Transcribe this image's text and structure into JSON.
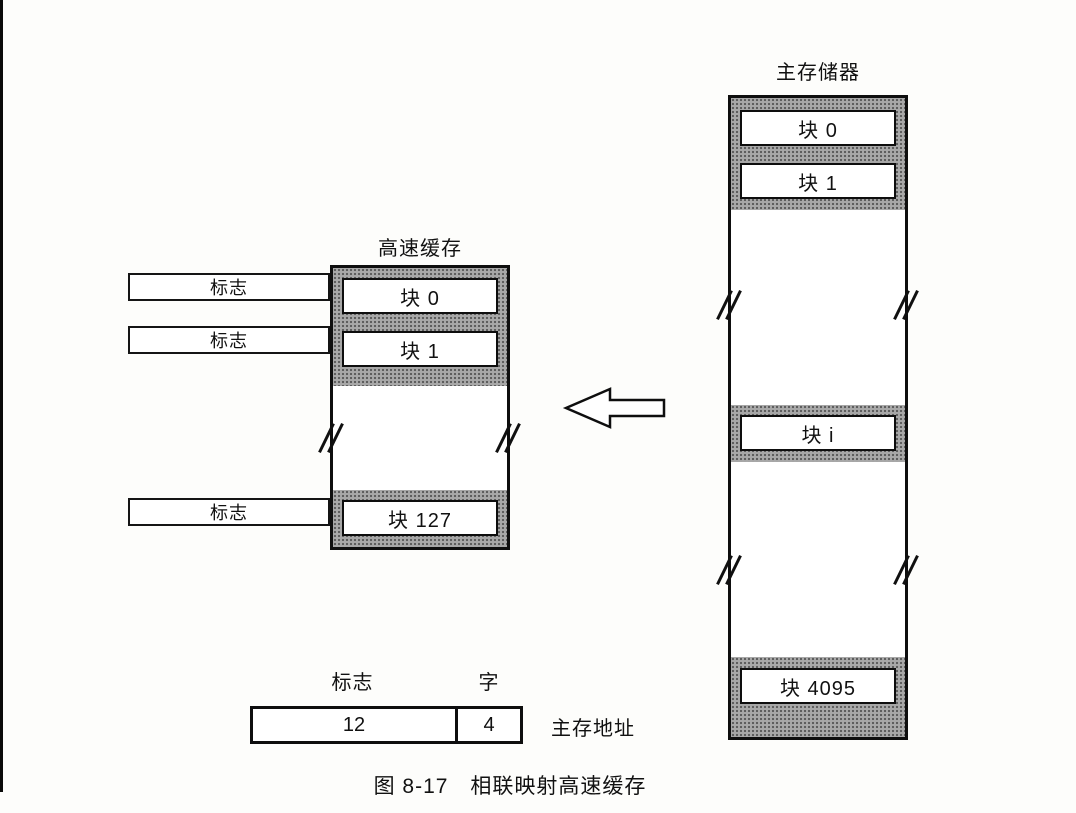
{
  "figure": {
    "caption": "图 8-17　相联映射高速缓存"
  },
  "main_memory": {
    "title": "主存储器",
    "blocks": [
      {
        "label": "块 0"
      },
      {
        "label": "块 1"
      },
      {
        "label": "块 i"
      },
      {
        "label": "块 4095"
      }
    ]
  },
  "cache": {
    "title": "高速缓存",
    "blocks": [
      {
        "label": "块 0"
      },
      {
        "label": "块 1"
      },
      {
        "label": "块 127"
      }
    ]
  },
  "tags": [
    {
      "label": "标志"
    },
    {
      "label": "标志"
    },
    {
      "label": "标志"
    }
  ],
  "address_format": {
    "tag_field_label": "标志",
    "word_field_label": "字",
    "tag_field_value": "12",
    "word_field_value": "4",
    "side_label": "主存地址"
  },
  "colors": {
    "ink": "#111111",
    "block_band_gray": "#a8a8a8",
    "paper": "#fdfdfb"
  }
}
